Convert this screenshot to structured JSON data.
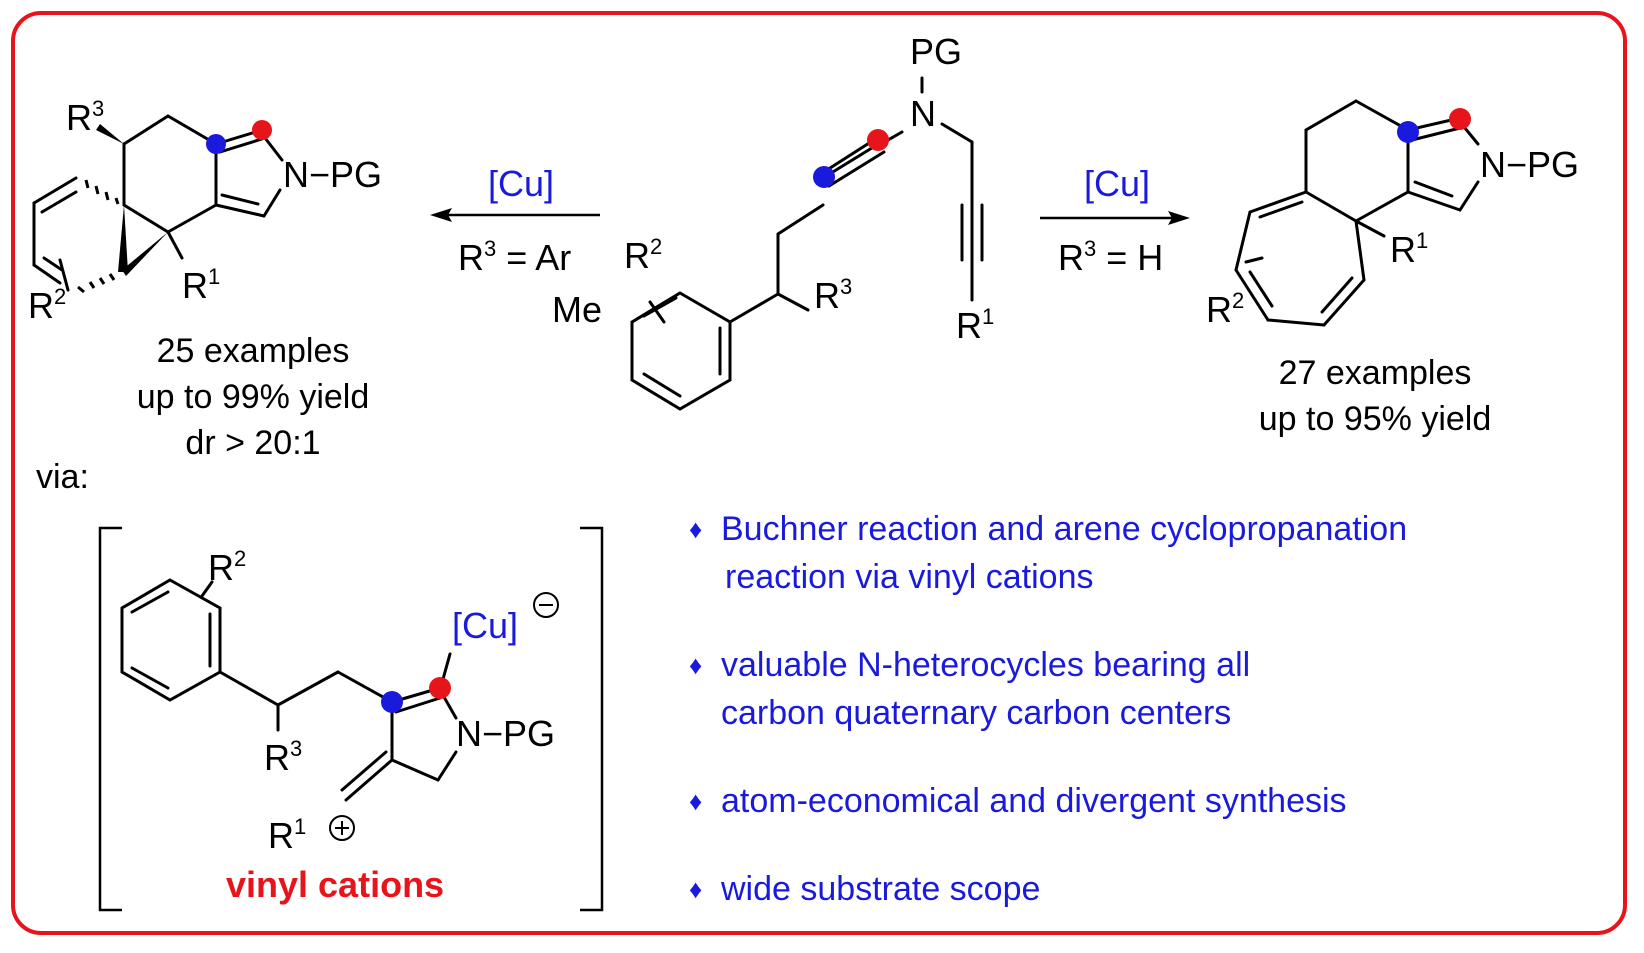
{
  "colors": {
    "frame": "#e8141b",
    "accent_blue": "#1a1adc",
    "accent_red": "#e8141b",
    "text": "#000000"
  },
  "left_product": {
    "labels": {
      "r3": "R",
      "r3_sup": "3",
      "r2": "R",
      "r2_sup": "2",
      "r1": "R",
      "r1_sup": "1",
      "npg": "N−PG"
    },
    "stats": [
      "25 examples",
      "up to 99% yield",
      "dr > 20:1"
    ]
  },
  "left_arrow": {
    "catalyst": "[Cu]",
    "condition_line1": "R",
    "condition_sup": "3",
    "condition_rest": " = Ar",
    "condition_line2": "Me"
  },
  "substrate": {
    "labels": {
      "pg": "PG",
      "n": "N",
      "r2": "R",
      "r2_sup": "2",
      "r3": "R",
      "r3_sup": "3",
      "r1": "R",
      "r1_sup": "1"
    }
  },
  "right_arrow": {
    "catalyst": "[Cu]",
    "condition": "R",
    "condition_sup": "3",
    "condition_rest": " = H"
  },
  "right_product": {
    "labels": {
      "npg": "N−PG",
      "r1": "R",
      "r1_sup": "1",
      "r2": "R",
      "r2_sup": "2"
    },
    "stats": [
      "27 examples",
      "up to 95% yield"
    ]
  },
  "intermediate": {
    "via_label": "via:",
    "labels": {
      "r2": "R",
      "r2_sup": "2",
      "cu": "[Cu]",
      "cu_charge": "−",
      "npg": "N−PG",
      "r3": "R",
      "r3_sup": "3",
      "r1": "R",
      "r1_sup": "1",
      "r1_charge": "+"
    },
    "caption": "vinyl cations"
  },
  "highlights": [
    {
      "icon": "diamond-bullet-icon",
      "lines": [
        "Buchner reaction and arene cyclopropanation",
        "reaction via vinyl cations"
      ]
    },
    {
      "icon": "diamond-bullet-icon",
      "lines": [
        "valuable N-heterocycles bearing all",
        "carbon quaternary carbon centers"
      ]
    },
    {
      "icon": "diamond-bullet-icon",
      "lines": [
        "atom-economical and divergent synthesis"
      ]
    },
    {
      "icon": "diamond-bullet-icon",
      "lines": [
        "wide substrate scope"
      ]
    }
  ]
}
